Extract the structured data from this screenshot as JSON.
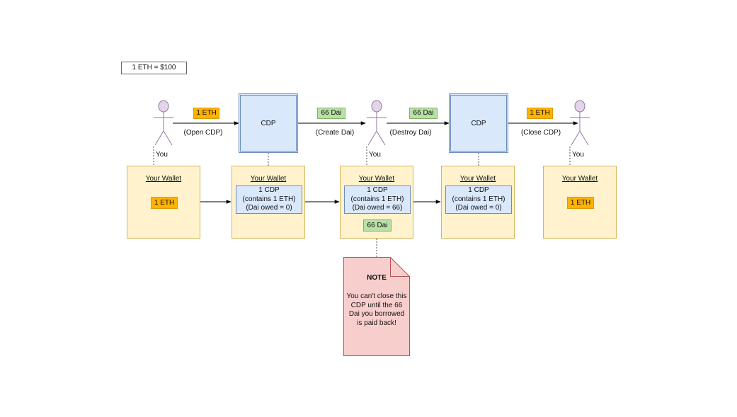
{
  "rate": "1 ETH = $100",
  "actors": [
    {
      "label": "You"
    },
    {
      "label": "You"
    },
    {
      "label": "You"
    }
  ],
  "cdp_boxes": [
    {
      "label": "CDP"
    },
    {
      "label": "CDP"
    }
  ],
  "edges": {
    "open_tag": "1 ETH",
    "open_label": "(Open CDP)",
    "create_tag": "66 Dai",
    "create_label": "(Create Dai)",
    "destroy_tag": "66 Dai",
    "destroy_label": "(Destroy Dai)",
    "close_tag": "1 ETH",
    "close_label": "(Close CDP)"
  },
  "wallets": [
    {
      "title": "Your Wallet",
      "token": "1 ETH"
    },
    {
      "title": "Your Wallet",
      "cdp_lines": [
        "1 CDP",
        "(contains 1 ETH)",
        "(Dai owed = 0)"
      ]
    },
    {
      "title": "Your Wallet",
      "cdp_lines": [
        "1 CDP",
        "(contains 1 ETH)",
        "(Dai owed = 66)"
      ],
      "token": "66 Dai"
    },
    {
      "title": "Your Wallet",
      "cdp_lines": [
        "1 CDP",
        "(contains 1 ETH)",
        "(Dai owed = 0)"
      ]
    },
    {
      "title": "Your Wallet",
      "token": "1 ETH"
    }
  ],
  "note": {
    "title": "NOTE",
    "body": "You can't close this CDP until the 66 Dai you borrowed is paid back!"
  },
  "colors": {
    "eth_fill": "#ffb300",
    "dai_fill": "#b9e0a5",
    "cdp_fill": "#dae8fc",
    "wallet_fill": "#fff2cc",
    "note_fill": "#f8cecc",
    "actor_fill": "#e1d5e7"
  }
}
